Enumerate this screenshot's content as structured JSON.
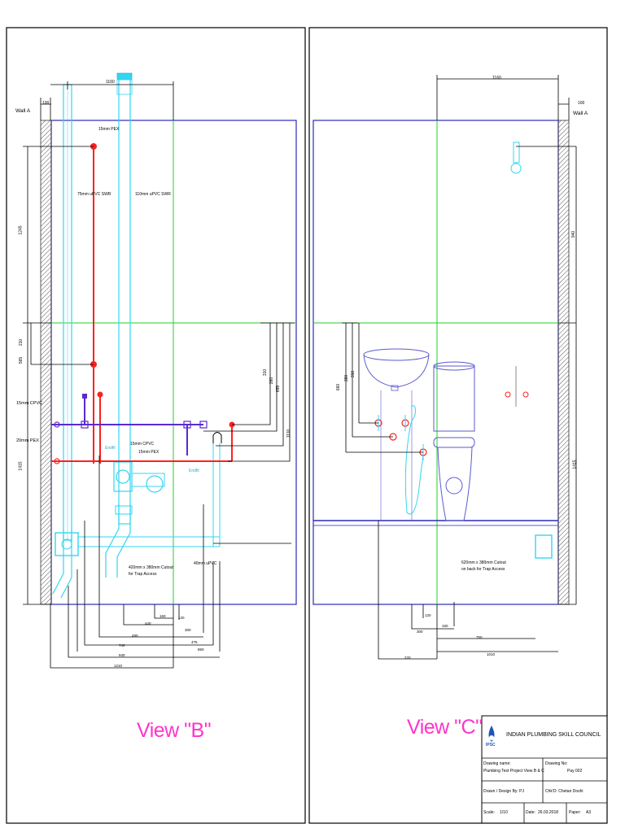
{
  "views": {
    "b": {
      "title": "View \"B\"",
      "wall_label": "Wall A",
      "top_dims": {
        "left": "100",
        "top": "1160"
      },
      "labels": {
        "pex15": "15mm PEX",
        "swr75": "75mm uPVC SWR",
        "swr110": "110mm uPVC SWR",
        "cpvc15_left": "15mm CPVC",
        "pex20_left": "20mm PEX",
        "cpvc15": "15mm CPVC",
        "pex15b": "15mm PEX",
        "upvc40": "40mm uPVC",
        "cutout": "420mm x 380mm Cutout",
        "cutout2": "for Trap Access",
        "ends1": "Endfit",
        "ends2": "Endfit"
      },
      "left_dims": [
        "1245",
        "210",
        "565",
        "1415"
      ],
      "right_dims": [
        "310",
        "260",
        "655",
        "1110"
      ],
      "bottom_dims": [
        "160",
        "120",
        "440",
        "300",
        "490",
        "475",
        "740",
        "850",
        "940",
        "1210"
      ]
    },
    "c": {
      "title": "View \"C\"",
      "wall_label": "Wall A",
      "top_dims": {
        "right": "100",
        "top": "1160"
      },
      "cutout": "620mm x 380mm Cutout",
      "cutout2": "on back for Trap Access",
      "left_dims": [
        "660",
        "380",
        "310"
      ],
      "right_dims": [
        "940",
        "1415"
      ],
      "bottom_dims": [
        "120",
        "300",
        "160",
        "750",
        "220",
        "1010"
      ]
    }
  },
  "title_block": {
    "org_name": "INDIAN PLUMBING SKILL COUNCIL",
    "logo_text": "IPSC",
    "drawing_name_label": "Drawing name:",
    "drawing_name_value": "Plumbing Test Project View B & C",
    "drawing_no_label": "Drawing No:",
    "drawing_no_value": "Pay 002",
    "drawn_label": "Drawn / Design By: PJ",
    "chkd_label": "Chk'D: Chetan Doshi",
    "scale_label": "Scale:",
    "scale_value": "1/10",
    "date_label": "Date:",
    "date_value": "26.03.2018",
    "paper_label": "Paper:",
    "paper_value": "A3"
  },
  "colors": {
    "wall_blue": "#2a2ab8",
    "pipe_cyan": "#33d6f0",
    "pipe_red": "#ff2020",
    "pipe_purple": "#5a2ad0",
    "grid_green": "#22d22a",
    "dim_black": "#000000",
    "title_magenta": "#ff33cc",
    "logo_blue": "#1f56b5",
    "logo_red": "#e02020"
  }
}
